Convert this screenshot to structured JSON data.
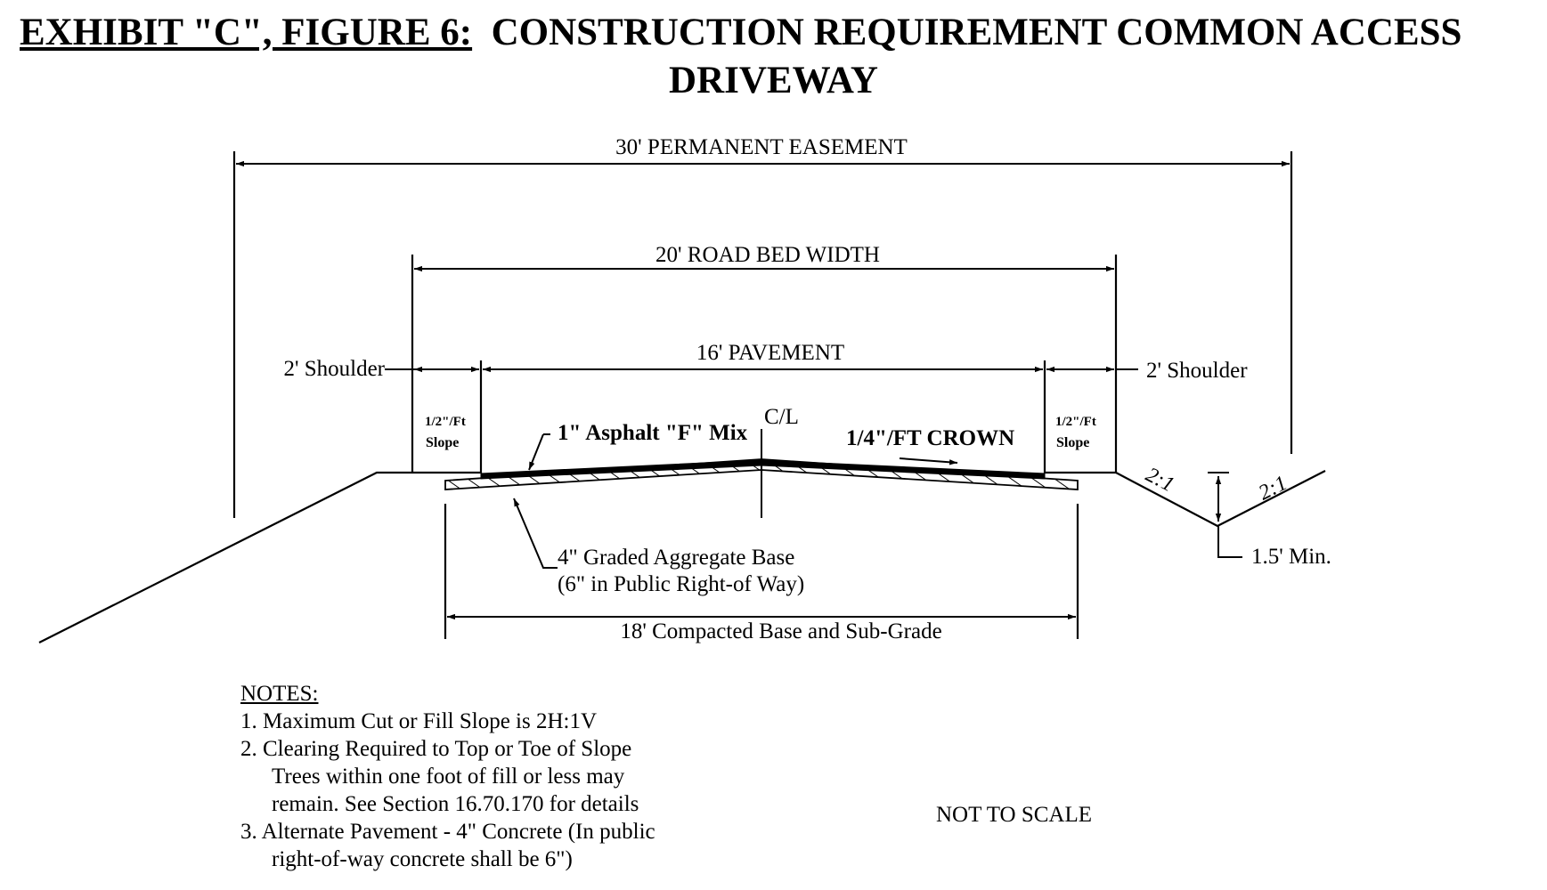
{
  "title": {
    "line1_prefix": "EXHIBIT \"C\", FIGURE 6:",
    "line1_rest": "CONSTRUCTION REQUIREMENT COMMON ACCESS",
    "line2": "DRIVEWAY"
  },
  "dimensions": {
    "easement": "30' PERMANENT EASEMENT",
    "road_bed": "20' ROAD BED WIDTH",
    "pavement": "16' PAVEMENT",
    "shoulder_left": "2' Shoulder",
    "shoulder_right": "2' Shoulder",
    "compacted_base": "18' Compacted Base and Sub-Grade",
    "ditch_depth": "1.5' Min."
  },
  "labels": {
    "slope_left_line1": "1/2\"/Ft",
    "slope_left_line2": "Slope",
    "slope_right_line1": "1/2\"/Ft",
    "slope_right_line2": "Slope",
    "asphalt": "1\" Asphalt \"F\" Mix",
    "centerline": "C/L",
    "crown": "1/4\"/FT CROWN",
    "ratio_left": "2:1",
    "ratio_right": "2:1",
    "base_line1": "4\" Graded Aggregate Base",
    "base_line2": "(6\" in Public Right-of Way)"
  },
  "notes": {
    "heading": "NOTES:",
    "item1": "1.  Maximum Cut or Fill Slope is 2H:1V",
    "item2": "2.  Clearing Required to Top or Toe of Slope",
    "item2_cont1": "Trees within one foot of fill or less may",
    "item2_cont2": "remain.  See Section 16.70.170 for details",
    "item3": "3.  Alternate Pavement - 4\" Concrete (In public",
    "item3_cont": "right-of-way concrete shall be 6\")"
  },
  "scale_note": "NOT TO SCALE"
}
